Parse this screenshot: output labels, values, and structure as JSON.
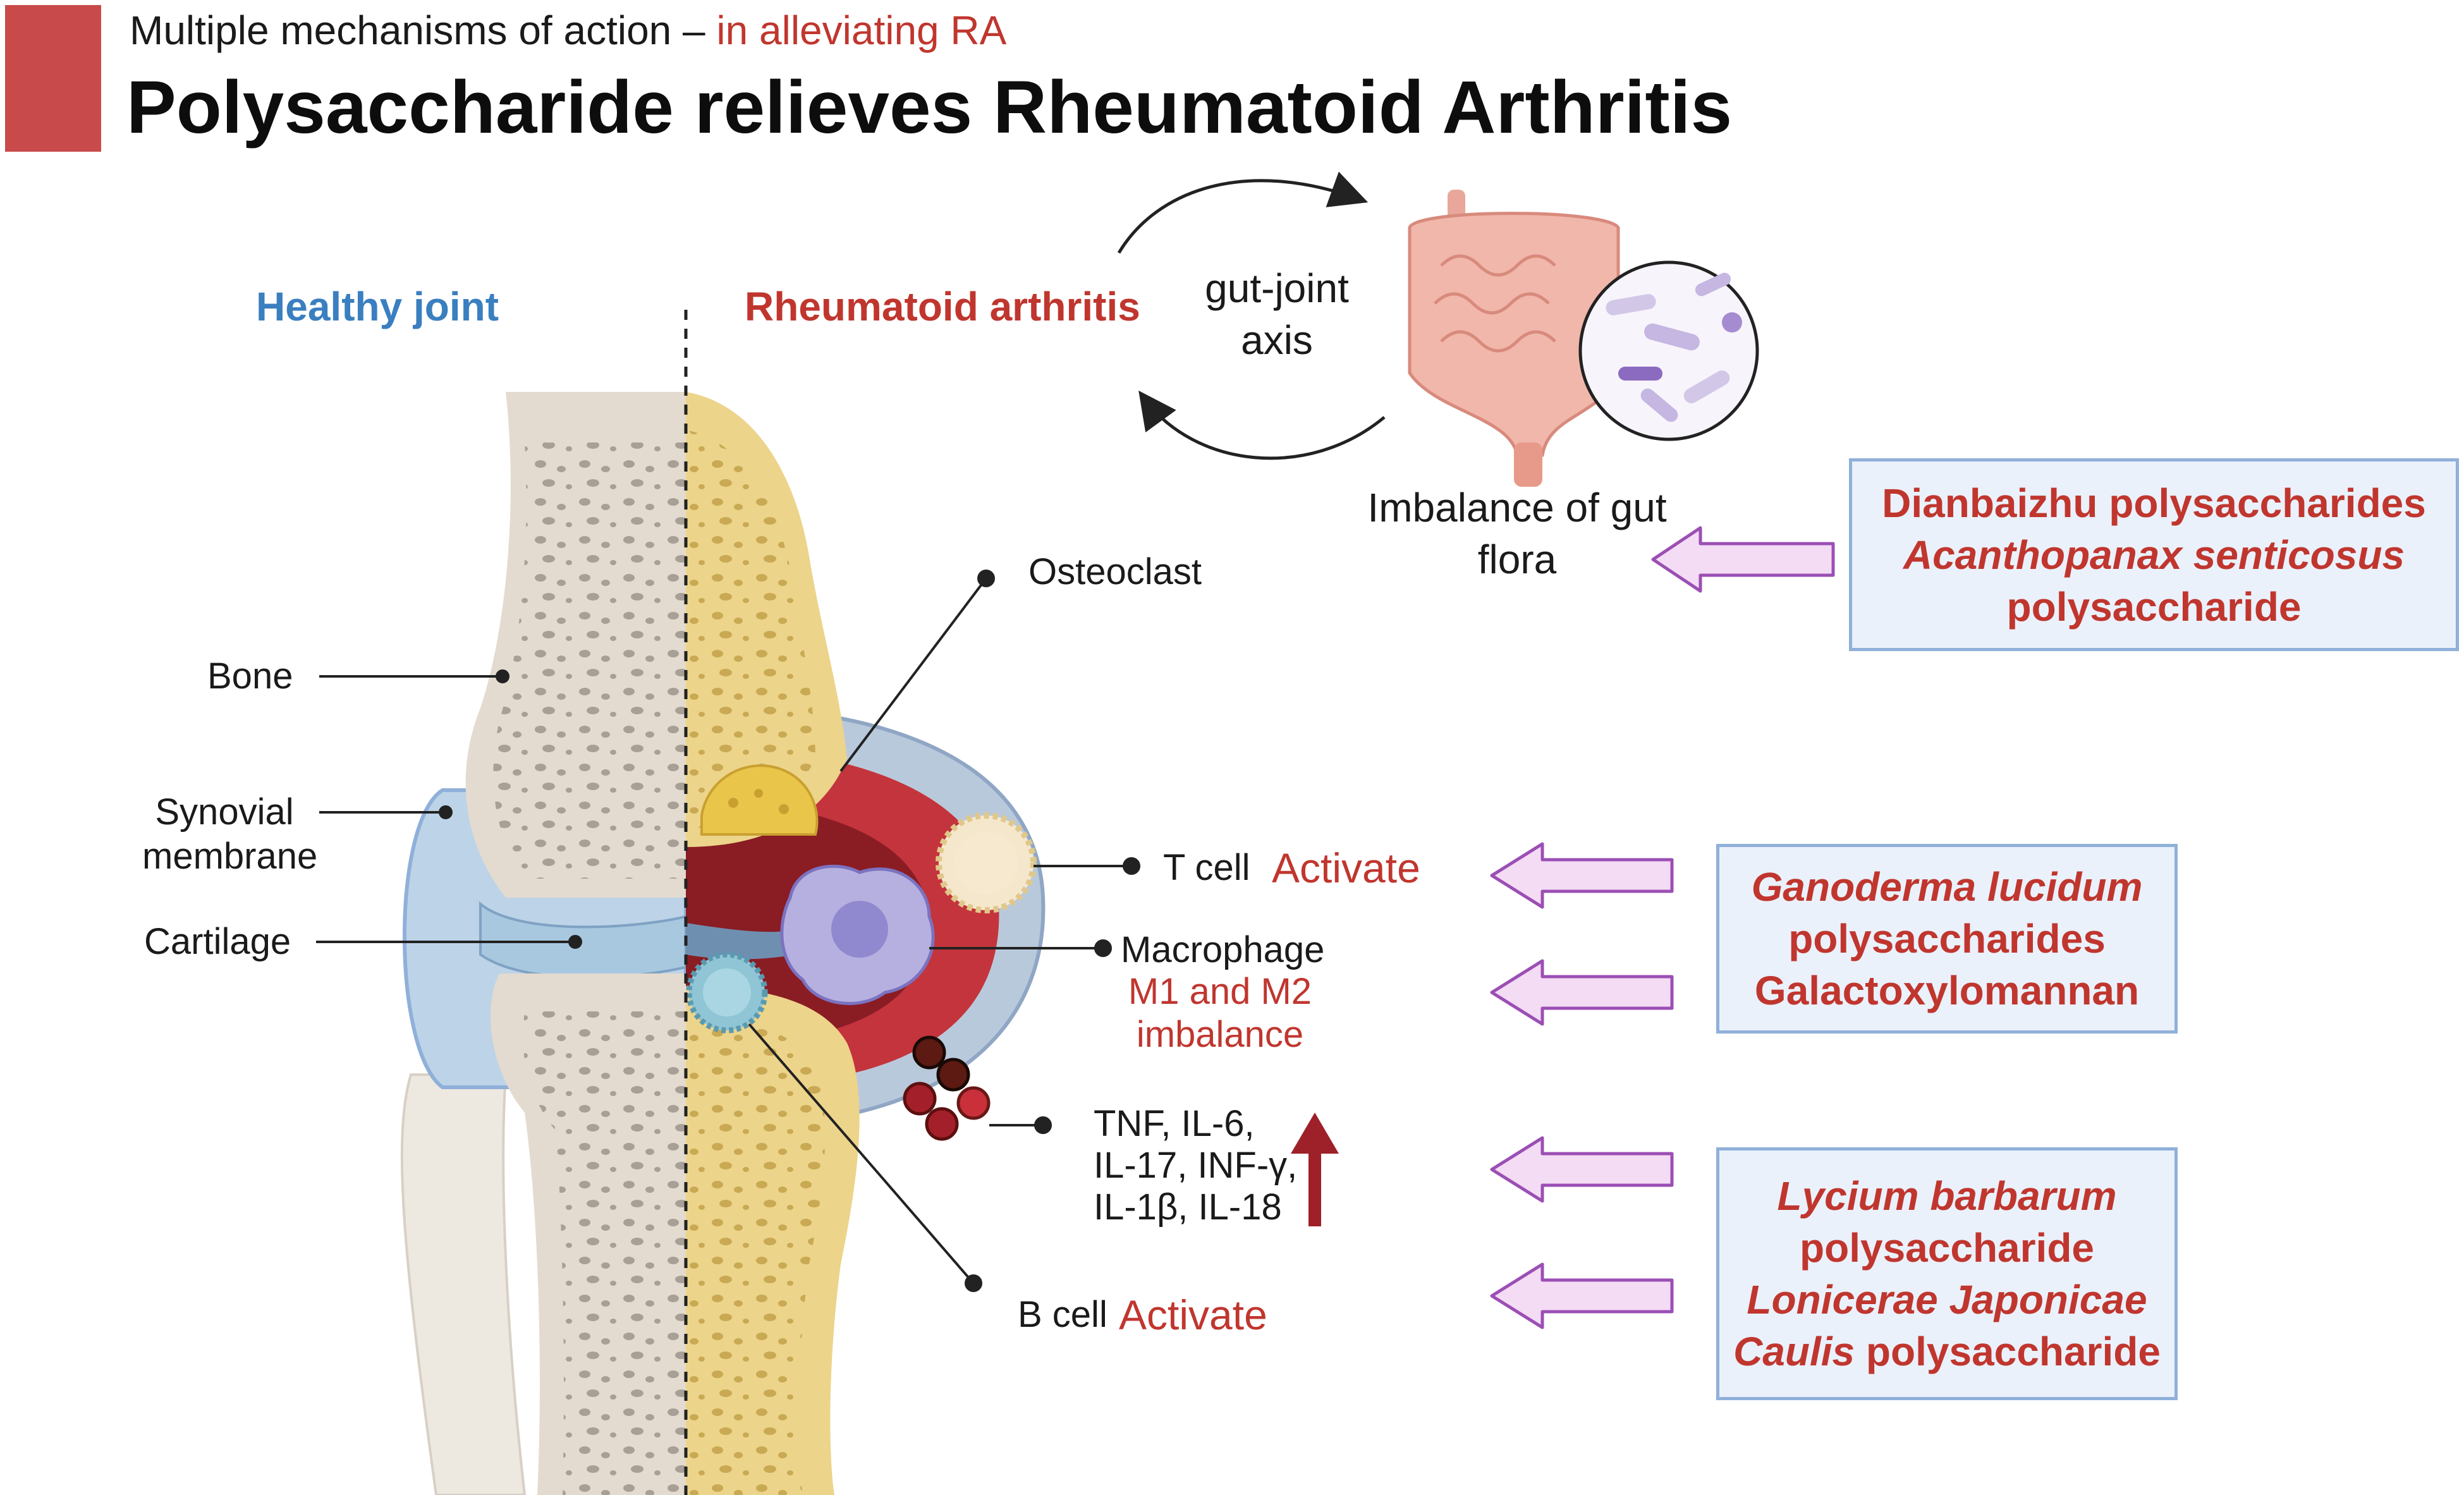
{
  "header": {
    "subtitle_prefix": "Multiple mechanisms of action –",
    "subtitle_accent": "in alleviating RA",
    "title": "Polysaccharide relieves Rheumatoid Arthritis"
  },
  "panels": {
    "healthy": "Healthy joint",
    "ra": "Rheumatoid arthritis"
  },
  "anatomy": {
    "bone": "Bone",
    "synovial_line1": "Synovial",
    "synovial_line2": "membrane",
    "cartilage": "Cartilage"
  },
  "gut": {
    "axis_line1": "gut-joint",
    "axis_line2": "axis",
    "imbalance_line1": "Imbalance of gut",
    "imbalance_line2": "flora"
  },
  "cells": {
    "osteoclast": "Osteoclast",
    "t_cell": "T cell",
    "t_cell_effect": "Activate",
    "macrophage": "Macrophage",
    "macrophage_effect_line1": "M1 and M2",
    "macrophage_effect_line2": "imbalance",
    "cytokines_line1": "TNF, IL-6,",
    "cytokines_line2": "IL-17, INF-γ,",
    "cytokines_line3": "IL-1β, IL-18",
    "b_cell": "B cell",
    "b_cell_effect": "Activate"
  },
  "boxes": {
    "gut_box": {
      "line1": "Dianbaizhu polysaccharides",
      "line2": "Acanthopanax senticosus",
      "line3": "polysaccharide"
    },
    "tcell_box": {
      "line1": "Ganoderma lucidum",
      "line2": "polysaccharides",
      "line3": "Galactoxylomannan"
    },
    "bcell_box": {
      "line1": "Lycium barbarum",
      "line2": "polysaccharide",
      "line3": "Lonicerae Japonicae",
      "line4a": "Caulis",
      "line4b": " polysaccharide"
    }
  },
  "colors": {
    "accent_red": "#c0362e",
    "healthy_blue": "#3a7fc0",
    "arrow_purple": "#9b4fb4",
    "box_fill": "#eaf1fb"
  }
}
